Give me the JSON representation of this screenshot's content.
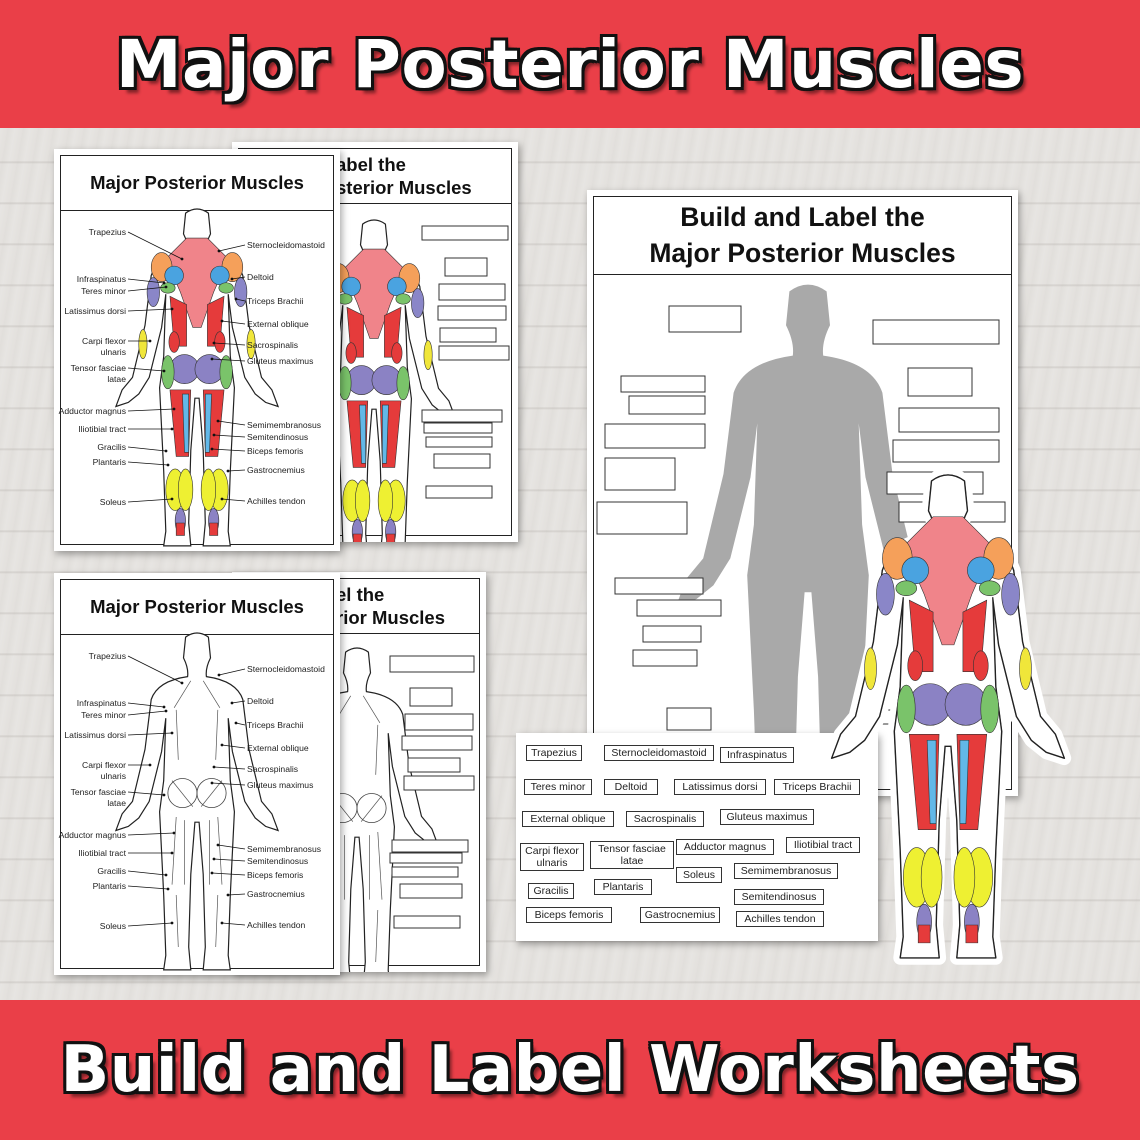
{
  "banner_top": "Major Posterior Muscles",
  "banner_bottom": "Build and Label Worksheets",
  "sheet_title": "Major Posterior Muscles",
  "back_title_1": "abel the",
  "back_title_2": "sterior Muscles",
  "back_title_3": "el the",
  "back_title_4": "rior Muscles",
  "build_title_1": "Build and Label the",
  "build_title_2": "Major Posterior Muscles",
  "labels_left": [
    "Trapezius",
    "Infraspinatus",
    "Teres minor",
    "Latissimus dorsi",
    "Carpi flexor",
    "ulnaris",
    "Tensor fasciae",
    "latae",
    "Adductor magnus",
    "Iliotibial tract",
    "Gracilis",
    "Plantaris",
    "Soleus"
  ],
  "labels_right": [
    "Sternocleidomastoid",
    "Deltoid",
    "Triceps Brachii",
    "External oblique",
    "Sacrospinalis",
    "Gluteus maximus",
    "Semimembranosus",
    "Semitendinosus",
    "Biceps femoris",
    "Gastrocnemius",
    "Achilles tendon"
  ],
  "tiles": [
    {
      "t": "Trapezius"
    },
    {
      "t": "Sternocleidomastoid"
    },
    {
      "t": "Infraspinatus"
    },
    {
      "t": "Teres minor"
    },
    {
      "t": "Deltoid"
    },
    {
      "t": "Latissimus dorsi"
    },
    {
      "t": "Triceps Brachii"
    },
    {
      "t": "External oblique"
    },
    {
      "t": "Sacrospinalis"
    },
    {
      "t": "Gluteus maximus"
    },
    {
      "t": "Carpi flexor\nulnaris"
    },
    {
      "t": "Tensor fasciae\nlatae"
    },
    {
      "t": "Adductor magnus"
    },
    {
      "t": "Iliotibial tract"
    },
    {
      "t": "Soleus"
    },
    {
      "t": "Semimembranosus"
    },
    {
      "t": "Gracilis"
    },
    {
      "t": "Plantaris"
    },
    {
      "t": "Semitendinosus"
    },
    {
      "t": "Biceps femoris"
    },
    {
      "t": "Gastrocnemius"
    },
    {
      "t": "Achilles tendon"
    }
  ]
}
